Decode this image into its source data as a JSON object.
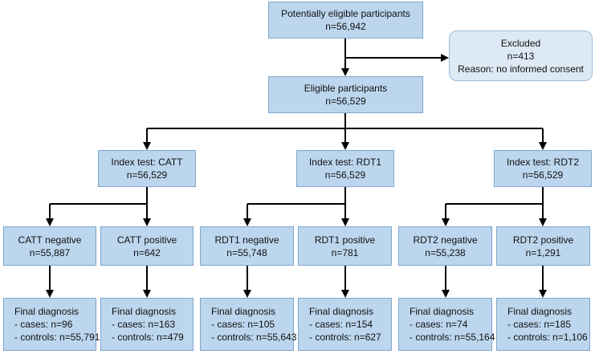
{
  "boxes": {
    "potential": {
      "line1": "Potentially eligible participants",
      "line2": "n=56,942"
    },
    "excluded": {
      "line1": "Excluded",
      "line2": "n=413",
      "line3": "Reason: no informed consent"
    },
    "eligible": {
      "line1": "Eligible participants",
      "line2": "n=56,529"
    },
    "index_tests": [
      {
        "line1": "Index test: CATT",
        "line2": "n=56,529"
      },
      {
        "line1": "Index test: RDT1",
        "line2": "n=56,529"
      },
      {
        "line1": "Index test: RDT2",
        "line2": "n=56,529"
      }
    ],
    "results": [
      {
        "line1": "CATT negative",
        "line2": "n=55,887"
      },
      {
        "line1": "CATT positive",
        "line2": "n=642"
      },
      {
        "line1": "RDT1 negative",
        "line2": "n=55,748"
      },
      {
        "line1": "RDT1 positive",
        "line2": "n=781"
      },
      {
        "line1": "RDT2 negative",
        "line2": "n=55,238"
      },
      {
        "line1": "RDT2 positive",
        "line2": "n=1,291"
      }
    ],
    "final": [
      {
        "line1": "Final diagnosis",
        "line2": "- cases: n=96",
        "line3": "- controls: n=55,791"
      },
      {
        "line1": "Final diagnosis",
        "line2": "- cases: n=163",
        "line3": "- controls: n=479"
      },
      {
        "line1": "Final diagnosis",
        "line2": "- cases: n=105",
        "line3": "- controls: n=55,643"
      },
      {
        "line1": "Final diagnosis",
        "line2": "- cases: n=154",
        "line3": "- controls: n=627"
      },
      {
        "line1": "Final diagnosis",
        "line2": "- cases: n=74",
        "line3": "- controls: n=55,164"
      },
      {
        "line1": "Final diagnosis",
        "line2": "- cases: n=185",
        "line3": "- controls: n=1,106"
      }
    ]
  }
}
